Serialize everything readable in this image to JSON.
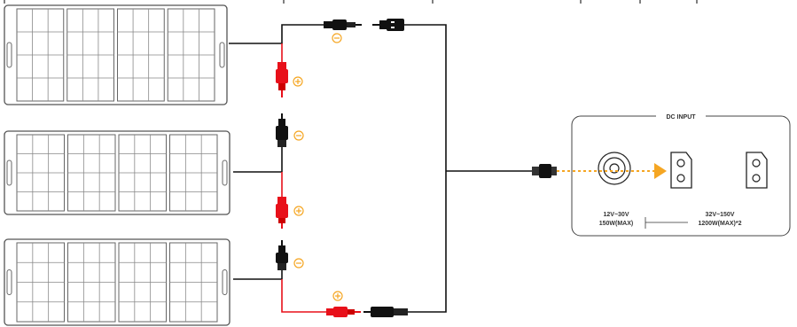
{
  "diagram": {
    "panels": [
      {
        "name": "solar-panel-1"
      },
      {
        "name": "solar-panel-2"
      },
      {
        "name": "solar-panel-3"
      }
    ],
    "polarity": {
      "negative_symbol": "⊖",
      "positive_symbol": "⊕"
    },
    "dc_input": {
      "title": "DC INPUT",
      "port1_spec_line1": "12V~30V",
      "port1_spec_line2": "150W(MAX)",
      "port2_spec_line1": "32V~150V",
      "port2_spec_line2": "1200W(MAX)*2"
    },
    "colors": {
      "positive_wire": "#e8101a",
      "negative_wire": "#111111",
      "symbol_orange": "#f5a623",
      "arrow_orange": "#f5a623",
      "panel_outline": "#555555"
    }
  }
}
